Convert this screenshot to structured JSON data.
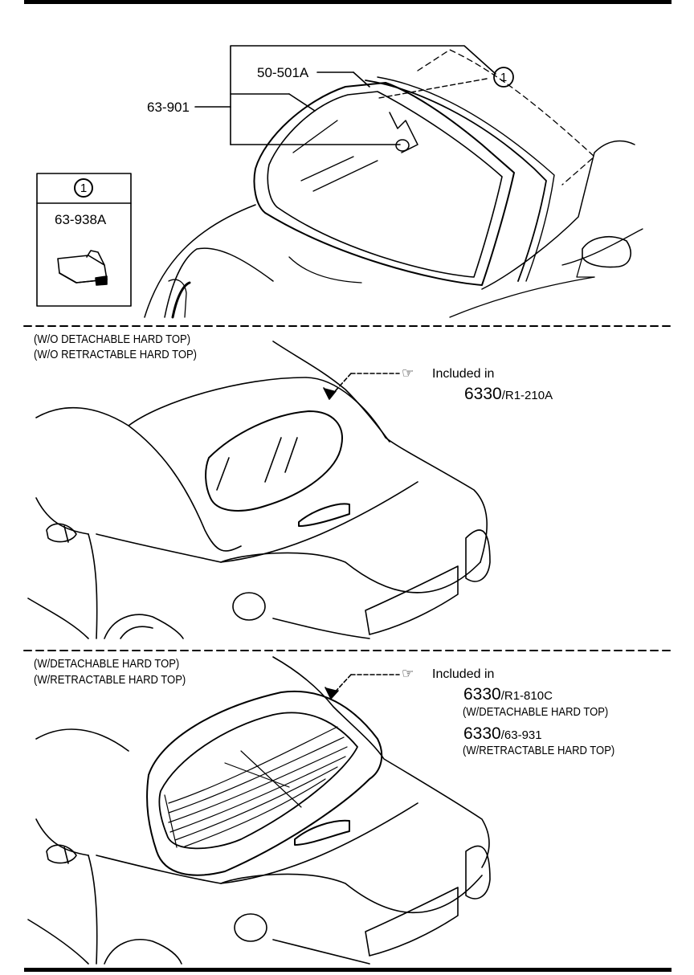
{
  "colors": {
    "ink": "#000000",
    "paper": "#ffffff"
  },
  "windshield": {
    "callout_id": "1",
    "part_seal": "50-501A",
    "part_glass": "63-901"
  },
  "legend": {
    "id": "1",
    "part": "63-938A"
  },
  "soft_top_section": {
    "condition_1": "(W/O DETACHABLE HARD TOP)",
    "condition_2": "(W/O RETRACTABLE HARD TOP)",
    "pointer_icon": "hand-pointer-icon",
    "included_in": "Included in",
    "ref_number": "6330",
    "ref_code": "/R1-210A"
  },
  "hard_top_section": {
    "condition_1": "(W/DETACHABLE HARD TOP)",
    "condition_2": "(W/RETRACTABLE HARD TOP)",
    "pointer_icon": "hand-pointer-icon",
    "included_in": "Included in",
    "ref1_number": "6330",
    "ref1_code": "/R1-810C",
    "ref1_note": "(W/DETACHABLE HARD TOP)",
    "ref2_number": "6330",
    "ref2_code": "/63-931",
    "ref2_note": "(W/RETRACTABLE HARD TOP)"
  }
}
